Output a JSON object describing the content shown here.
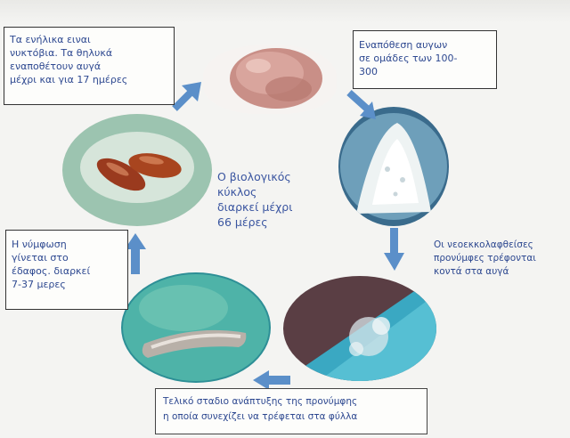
{
  "boxes": {
    "adults": "Τα ενήλικα ειναι\nνυκτόβια. Τα θηλυκά\nεναποθέτουν αυγά\nμέχρι και για 17 ημέρες",
    "eggs": "Εναπόθεση αυγων\nσε ομάδες των 100-\n300",
    "pupa": "Η νύμφωση\nγίνεται στο\nέδαφος. διαρκεί\n7-37 μερες",
    "final_larva": "Τελικό σταδιο ανάπτυξης της προνύμφης\nη οποία συνεχίζει να τρέφεται στα φύλλα",
    "young_larvae": "Οι νεοεκκολαφθείσες\nπρονύμφες τρέφονται\nκοντά στα αυγά",
    "center": "Ο βιολογικός\nκύκλος\nδιαρκεί μέχρι\n66 μέρες"
  },
  "colors": {
    "text": "#2d4890",
    "arrow": "#5b8fc9"
  }
}
